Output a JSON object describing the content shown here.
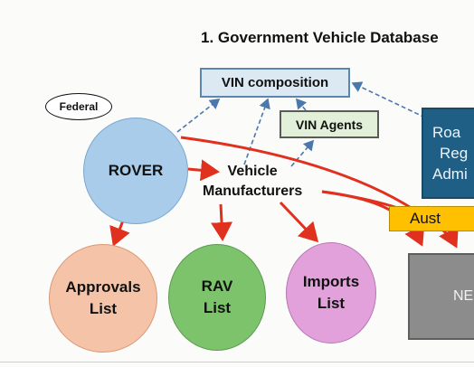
{
  "title": "1.  Government Vehicle Database",
  "nodes": {
    "vin_composition": "VIN composition",
    "vin_agents": "VIN Agents",
    "federal": "Federal",
    "rover": "ROVER",
    "vehicle_manufacturers": [
      "Vehicle",
      "Manufacturers"
    ],
    "road": [
      "Roa",
      "Reg",
      "Admi"
    ],
    "aust": "Aust",
    "ne": "NE",
    "approvals_list": [
      "Approvals",
      "List"
    ],
    "rav_list": [
      "RAV",
      "List"
    ],
    "imports_list": [
      "Imports",
      "List"
    ]
  },
  "colors": {
    "red_arrow": "#e0301e",
    "dashed_arrow": "#4a78ad"
  }
}
